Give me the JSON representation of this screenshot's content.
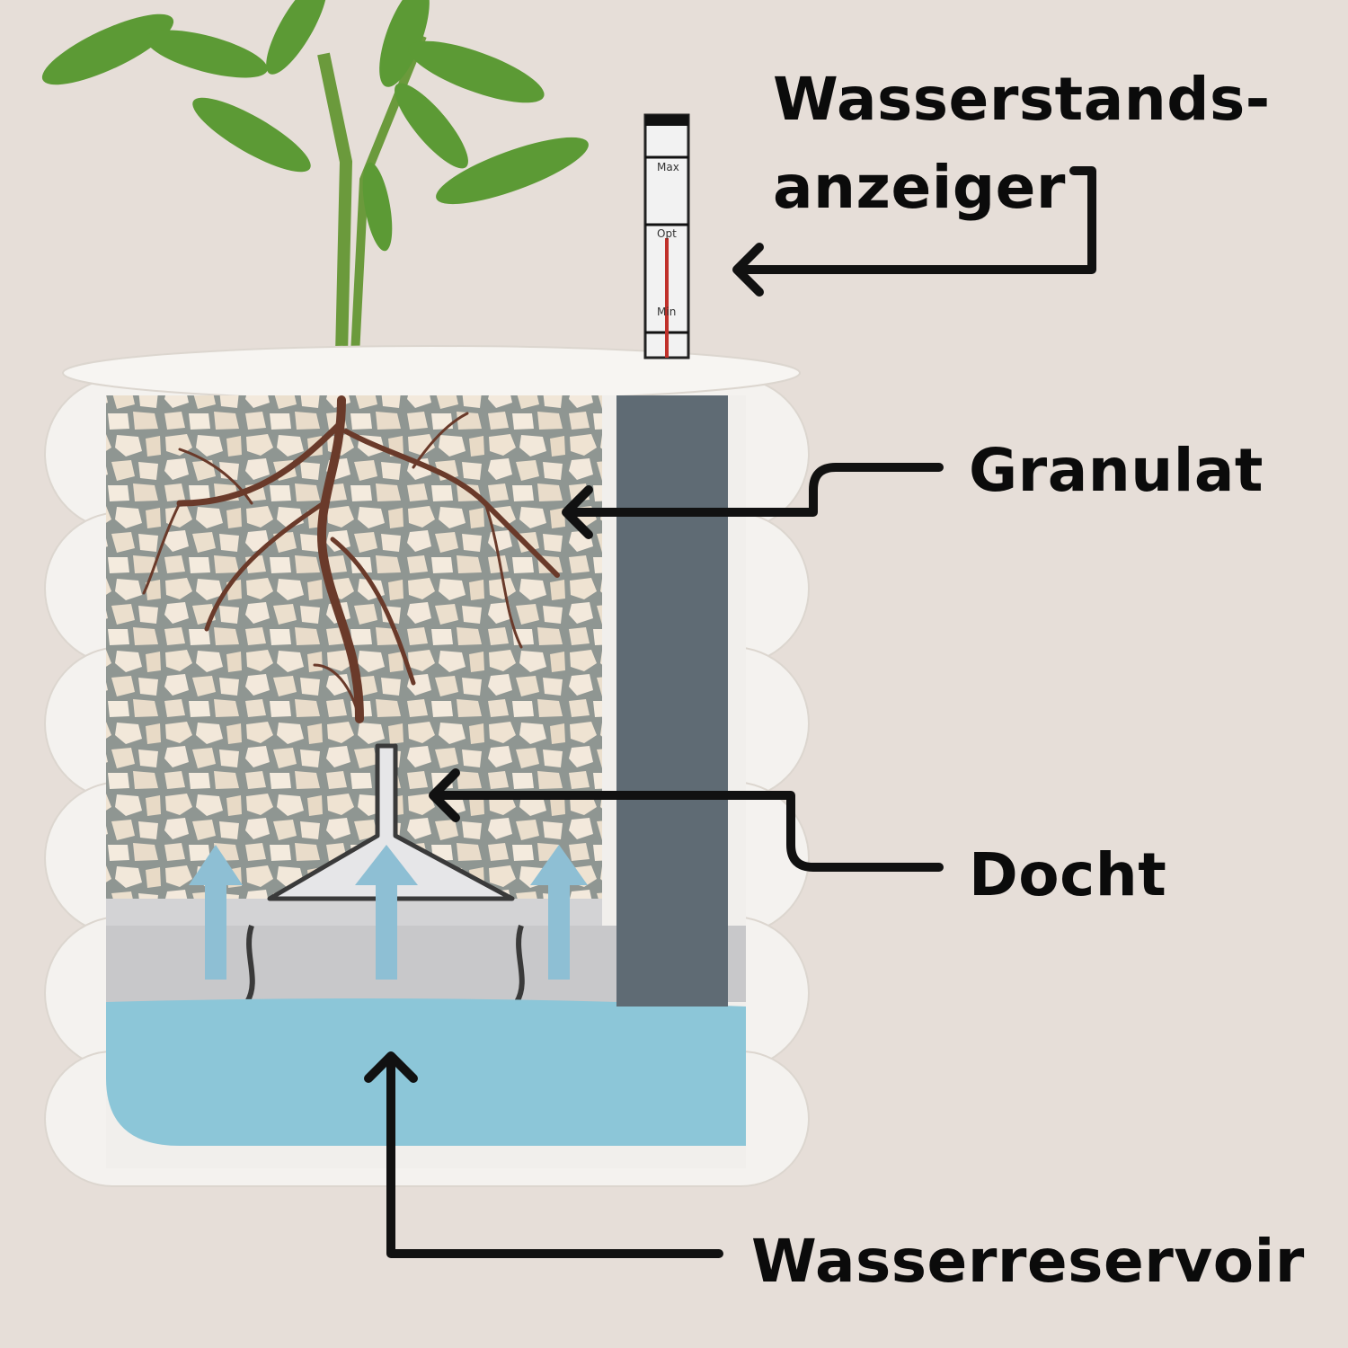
{
  "labels": {
    "water_level_indicator_line1": "Wasserstands-",
    "water_level_indicator_line2": "anzeiger",
    "granulate": "Granulat",
    "wick": "Docht",
    "water_reservoir": "Wasserreservoir"
  },
  "gauge": {
    "max": "Max",
    "opt": "Opt",
    "min": "Min"
  },
  "colors": {
    "background": "#e6ded8",
    "pot": "#f4f2ef",
    "water": "#8cc6d8",
    "arrow_flow": "#8ebfd4",
    "tube": "#5f6b74",
    "pebble": "#efe3d2",
    "root": "#6a3a2a",
    "leaf": "#5c9a35",
    "gauge_line": "#c0302a"
  },
  "icons": {
    "flow_arrows": "up-arrow-icon",
    "callout_arrows": "left-arrow-icon"
  }
}
